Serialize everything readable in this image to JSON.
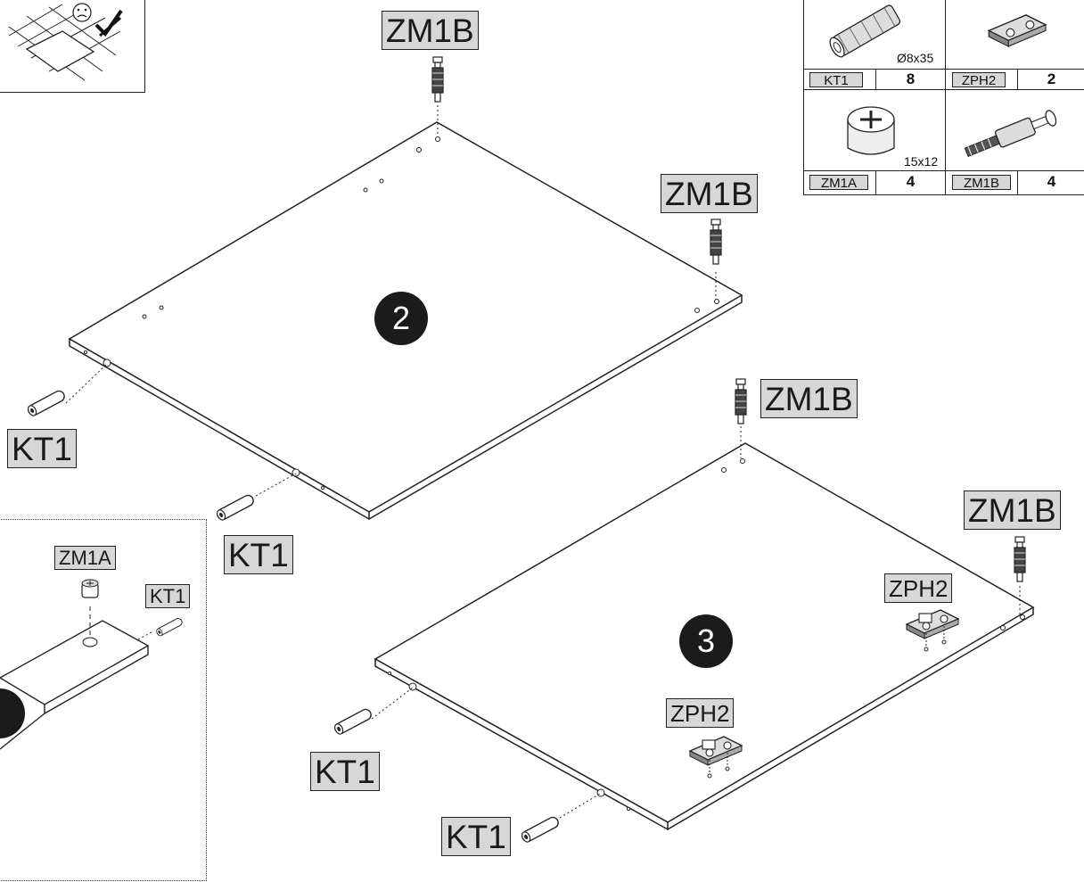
{
  "parts_table": {
    "items": [
      {
        "code": "KT1",
        "qty": "8",
        "dimension": "Ø8x35",
        "icon": "wooden-dowel-icon"
      },
      {
        "code": "ZPH2",
        "qty": "2",
        "dimension": "",
        "icon": "hinge-plate-icon"
      },
      {
        "code": "ZM1A",
        "qty": "4",
        "dimension": "15x12",
        "icon": "cam-lock-icon"
      },
      {
        "code": "ZM1B",
        "qty": "4",
        "dimension": "",
        "icon": "cam-bolt-icon"
      }
    ]
  },
  "steps": {
    "panel_a": "2",
    "panel_b": "3"
  },
  "labels": {
    "zm1b_top": "ZM1B",
    "zm1b_right_a": "ZM1B",
    "zm1b_mid": "ZM1B",
    "zm1b_right_b": "ZM1B",
    "kt1_a_left": "KT1",
    "kt1_a_bottom": "KT1",
    "kt1_b_left": "KT1",
    "kt1_b_bottom": "KT1",
    "zph2_a": "ZPH2",
    "zph2_b": "ZPH2",
    "inset_zm1a": "ZM1A",
    "inset_kt1": "KT1"
  },
  "warning": {
    "icon": "do-not-scratch-surface-icon"
  }
}
